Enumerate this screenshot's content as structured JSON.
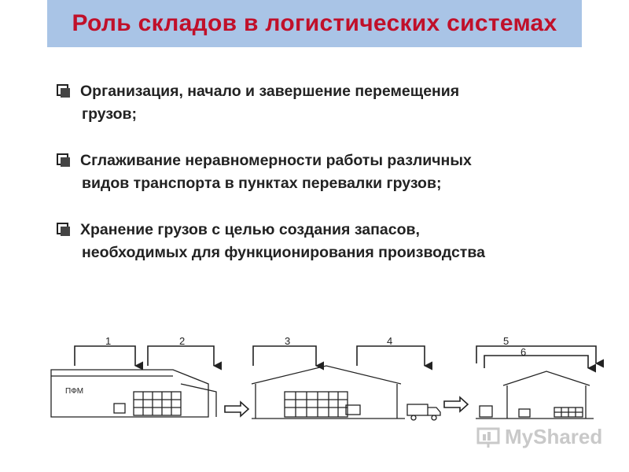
{
  "title": "Роль  складов  в  логистических  системах",
  "bullets": [
    {
      "line1": "Организация,  начало  и  завершение  перемещения",
      "line2": "грузов;"
    },
    {
      "line1": "Сглаживание неравномерности  работы  различных",
      "line2": " видов  транспорта  в  пунктах  перевалки  грузов;"
    },
    {
      "line1": "Хранение  грузов  с  целью  создания  запасов,",
      "line2": " необходимых для  функционирования  производства"
    }
  ],
  "diagram": {
    "labels": [
      "1",
      "2",
      "3",
      "4",
      "5",
      "6"
    ],
    "building_label": "ПФМ"
  },
  "watermark": "MyShared",
  "colors": {
    "title_bg": "#a9c4e6",
    "title_text": "#c0102a"
  }
}
